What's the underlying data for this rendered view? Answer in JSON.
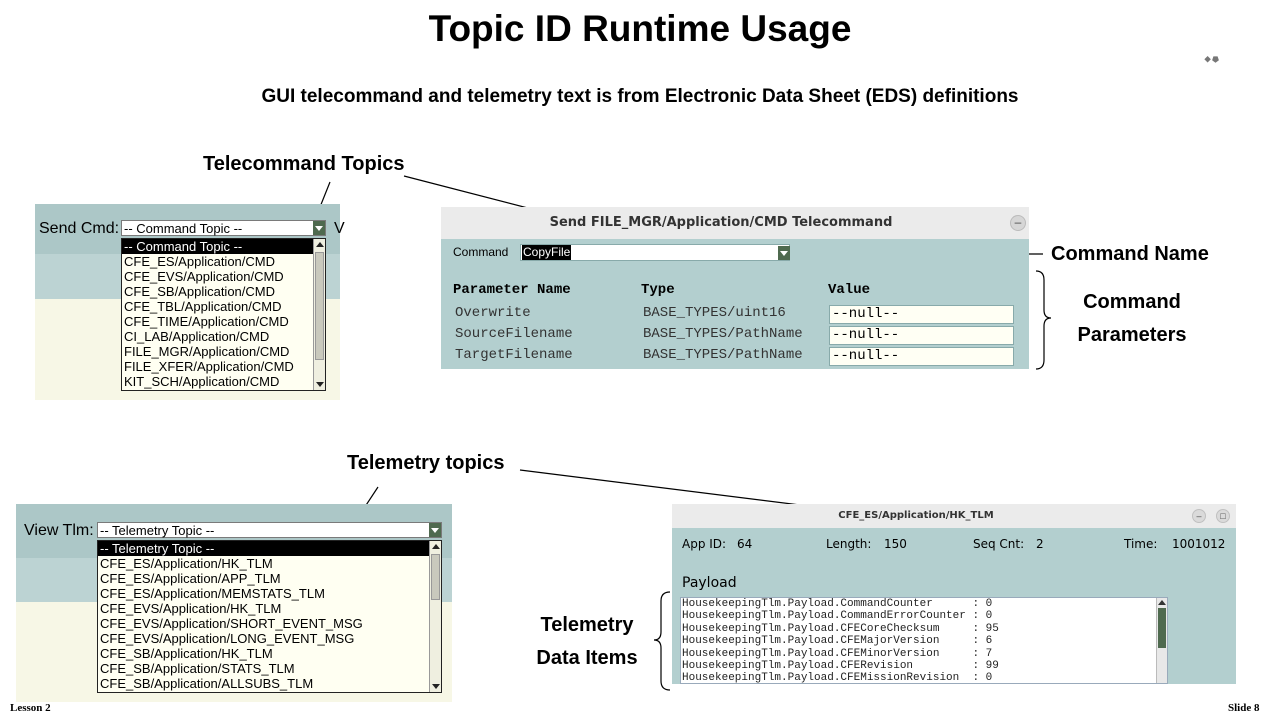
{
  "slide": {
    "title": "Topic ID Runtime Usage",
    "subtitle": "GUI telecommand and telemetry text is from Electronic Data Sheet (EDS) definitions",
    "footer_left": "Lesson 2",
    "footer_right": "Slide 8"
  },
  "callouts": {
    "telecommand_topics": "Telecommand Topics",
    "command_name": "Command Name",
    "command_parameters": [
      "Command",
      "Parameters"
    ],
    "telemetry_topics": "Telemetry topics",
    "telemetry_data_items": [
      "Telemetry",
      "Data Items"
    ]
  },
  "send_cmd": {
    "label": "Send Cmd:",
    "selected": "-- Command Topic --",
    "options": [
      "-- Command Topic --",
      "CFE_ES/Application/CMD",
      "CFE_EVS/Application/CMD",
      "CFE_SB/Application/CMD",
      "CFE_TBL/Application/CMD",
      "CFE_TIME/Application/CMD",
      "CI_LAB/Application/CMD",
      "FILE_MGR/Application/CMD",
      "FILE_XFER/Application/CMD",
      "KIT_SCH/Application/CMD"
    ]
  },
  "telecommand_dialog": {
    "title": "Send FILE_MGR/Application/CMD Telecommand",
    "command_label": "Command",
    "command_value": "CopyFile",
    "headers": {
      "name": "Parameter Name",
      "type": "Type",
      "value": "Value"
    },
    "params": [
      {
        "name": "Overwrite",
        "type": "BASE_TYPES/uint16",
        "value": "--null--"
      },
      {
        "name": "SourceFilename",
        "type": "BASE_TYPES/PathName",
        "value": "--null--"
      },
      {
        "name": "TargetFilename",
        "type": "BASE_TYPES/PathName",
        "value": "--null--"
      }
    ]
  },
  "view_tlm": {
    "label": "View Tlm:",
    "selected": "-- Telemetry Topic --",
    "options": [
      "-- Telemetry Topic --",
      "CFE_ES/Application/HK_TLM",
      "CFE_ES/Application/APP_TLM",
      "CFE_ES/Application/MEMSTATS_TLM",
      "CFE_EVS/Application/HK_TLM",
      "CFE_EVS/Application/SHORT_EVENT_MSG",
      "CFE_EVS/Application/LONG_EVENT_MSG",
      "CFE_SB/Application/HK_TLM",
      "CFE_SB/Application/STATS_TLM",
      "CFE_SB/Application/ALLSUBS_TLM"
    ]
  },
  "tlm_window": {
    "title": "CFE_ES/Application/HK_TLM",
    "app_id_label": "App ID:",
    "app_id": "64",
    "length_label": "Length:",
    "length": "150",
    "seq_label": "Seq Cnt:",
    "seq": "2",
    "time_label": "Time:",
    "time": "1001012",
    "payload_label": "Payload",
    "rows": [
      "HousekeepingTlm.Payload.CommandCounter      : 0",
      "HousekeepingTlm.Payload.CommandErrorCounter : 0",
      "HousekeepingTlm.Payload.CFECoreChecksum     : 95",
      "HousekeepingTlm.Payload.CFEMajorVersion     : 6",
      "HousekeepingTlm.Payload.CFEMinorVersion     : 7",
      "HousekeepingTlm.Payload.CFERevision         : 99",
      "HousekeepingTlm.Payload.CFEMissionRevision  : 0"
    ]
  },
  "colors": {
    "panel_teal": "#acc7c7",
    "dialog_teal": "#b3cfcf",
    "selection": "#000000"
  }
}
